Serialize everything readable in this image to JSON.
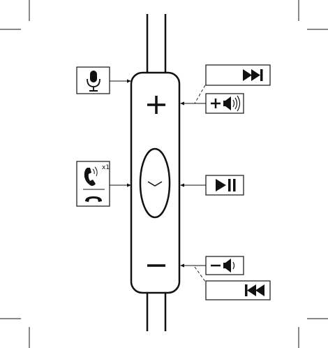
{
  "diagram": {
    "parts": {
      "cable": "cable",
      "remote_body": "remote-body",
      "volume_up_key": "volume-up-key",
      "center_key": "center-key",
      "volume_down_key": "volume-down-key"
    },
    "callouts": {
      "microphone": {
        "icon": "microphone-icon"
      },
      "call": {
        "icon": "phone-call-icon",
        "press_label": "x1",
        "end_icon": "phone-hangup-icon"
      },
      "next_track": {
        "icon": "next-track-icon"
      },
      "volume_up": {
        "icon": "volume-up-icon"
      },
      "play_pause": {
        "icon": "play-pause-icon"
      },
      "volume_down": {
        "icon": "volume-down-icon"
      },
      "previous_track": {
        "icon": "previous-track-icon"
      }
    },
    "colors": {
      "stroke": "#111111",
      "background": "#ffffff"
    }
  }
}
